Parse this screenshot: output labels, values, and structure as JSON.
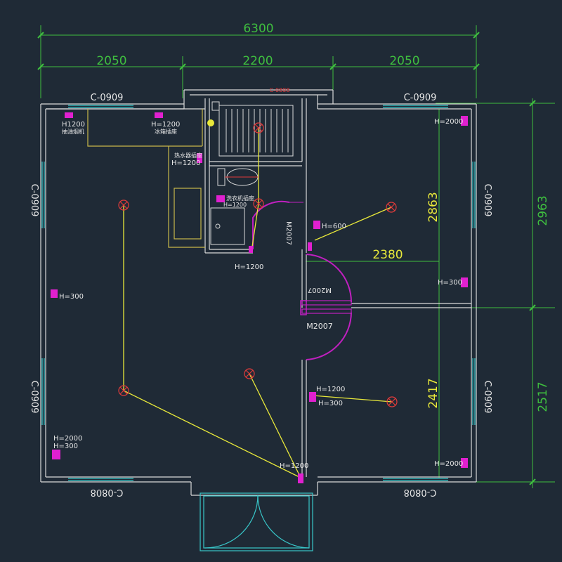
{
  "colors": {
    "background": "#1f2a36",
    "wall": "#d9d9d9",
    "window": "#38c6c9",
    "dimension": "#3fbf3f",
    "wiring": "#e8e83a",
    "outlet": "#e020d0",
    "light": "#e23b3b",
    "door": "#c020c0"
  },
  "dimensions": {
    "overall_width": "6300",
    "left_span": "2050",
    "middle_span": "2200",
    "right_span": "2050",
    "right_upper": "2963",
    "right_lower": "2517",
    "inner_upper": "2863",
    "inner_lower": "2417",
    "inner_width": "2380"
  },
  "windows": {
    "top_left": "C-0909",
    "top_right": "C-0909",
    "bottom_left": "C-0808",
    "bottom_right": "C-0808",
    "left_upper": "C-0909",
    "left_lower": "C-0909",
    "right_upper": "C-0909",
    "right_lower": "C-0909",
    "top_center": "C-0808"
  },
  "doors": {
    "bath_door": "M2007",
    "door_mid_a": "M2007",
    "door_mid_b": "M2007",
    "door_mid_label": "M2007"
  },
  "outlets": {
    "top_left_1_h": "H1200",
    "top_left_1_sub": "抽油烟机",
    "top_left_2_h": "H=1200",
    "top_left_2_sub": "冰箱插座",
    "bath_upper_sub": "热水器插座",
    "bath_upper_h": "H=1200",
    "bath_lower_sub": "洗衣机插座",
    "bath_lower_h": "H=1200",
    "bath_switch_h": "H=1200",
    "switch_600": "H=600",
    "left_300": "H=300",
    "left_bottom_2000": "H=2000",
    "left_bottom_300": "H=300",
    "right_top_2000": "H=2000",
    "right_mid_300": "H=300",
    "right_bottom_2000": "H=2000",
    "mid_1200": "H=1200",
    "mid_300": "H=300",
    "entry_1200": "H=1200"
  }
}
